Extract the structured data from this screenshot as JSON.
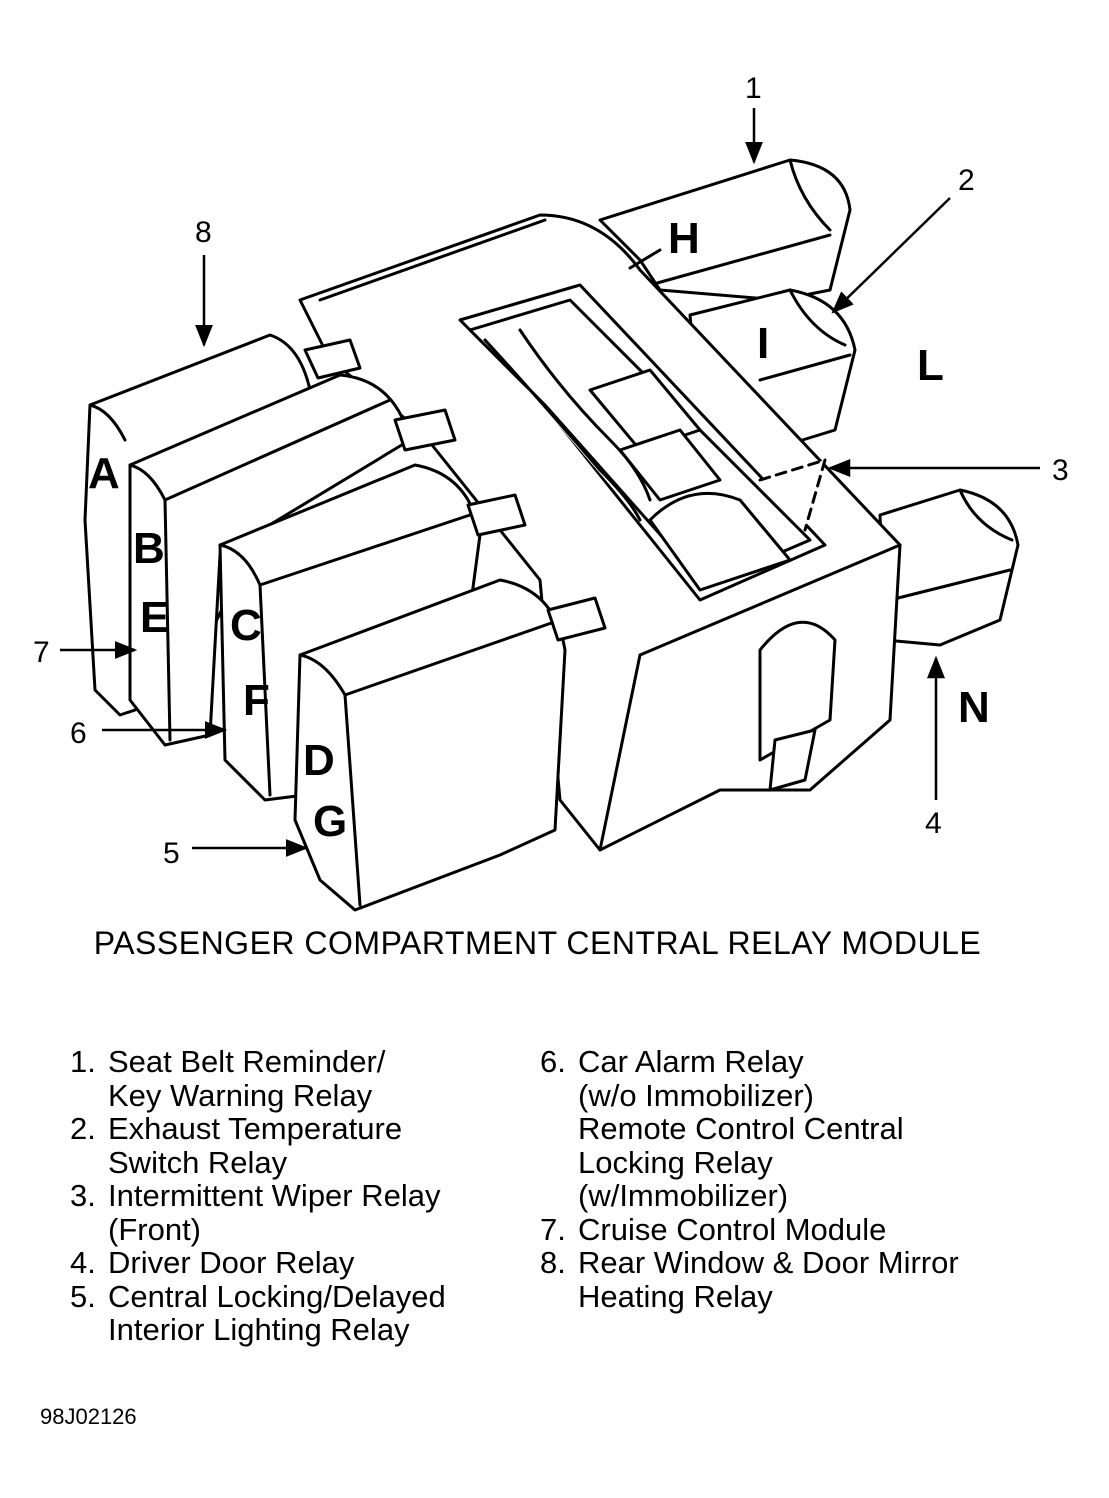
{
  "diagram": {
    "title": "PASSENGER COMPARTMENT CENTRAL RELAY MODULE",
    "figure_code": "98J02126",
    "relay_letters": {
      "A": "A",
      "B": "B",
      "C": "C",
      "D": "D",
      "E": "E",
      "F": "F",
      "G": "G",
      "H": "H",
      "I": "I",
      "L": "L",
      "N": "N"
    },
    "callouts": [
      "1",
      "2",
      "3",
      "4",
      "5",
      "6",
      "7",
      "8"
    ]
  },
  "legend": {
    "left": [
      {
        "num": "1.",
        "lines": [
          "Seat Belt Reminder/",
          "Key Warning Relay"
        ]
      },
      {
        "num": "2.",
        "lines": [
          "Exhaust Temperature",
          "Switch Relay"
        ]
      },
      {
        "num": "3.",
        "lines": [
          "Intermittent Wiper Relay",
          "(Front)"
        ]
      },
      {
        "num": "4.",
        "lines": [
          "Driver Door Relay"
        ]
      },
      {
        "num": "5.",
        "lines": [
          "Central Locking/Delayed",
          "Interior Lighting Relay"
        ]
      }
    ],
    "right": [
      {
        "num": "6.",
        "lines": [
          "Car Alarm Relay",
          "(w/o Immobilizer)",
          "Remote Control Central",
          "Locking Relay",
          "(w/Immobilizer)"
        ]
      },
      {
        "num": "7.",
        "lines": [
          "Cruise Control Module"
        ]
      },
      {
        "num": "8.",
        "lines": [
          "Rear Window & Door Mirror",
          "Heating Relay"
        ]
      }
    ]
  }
}
